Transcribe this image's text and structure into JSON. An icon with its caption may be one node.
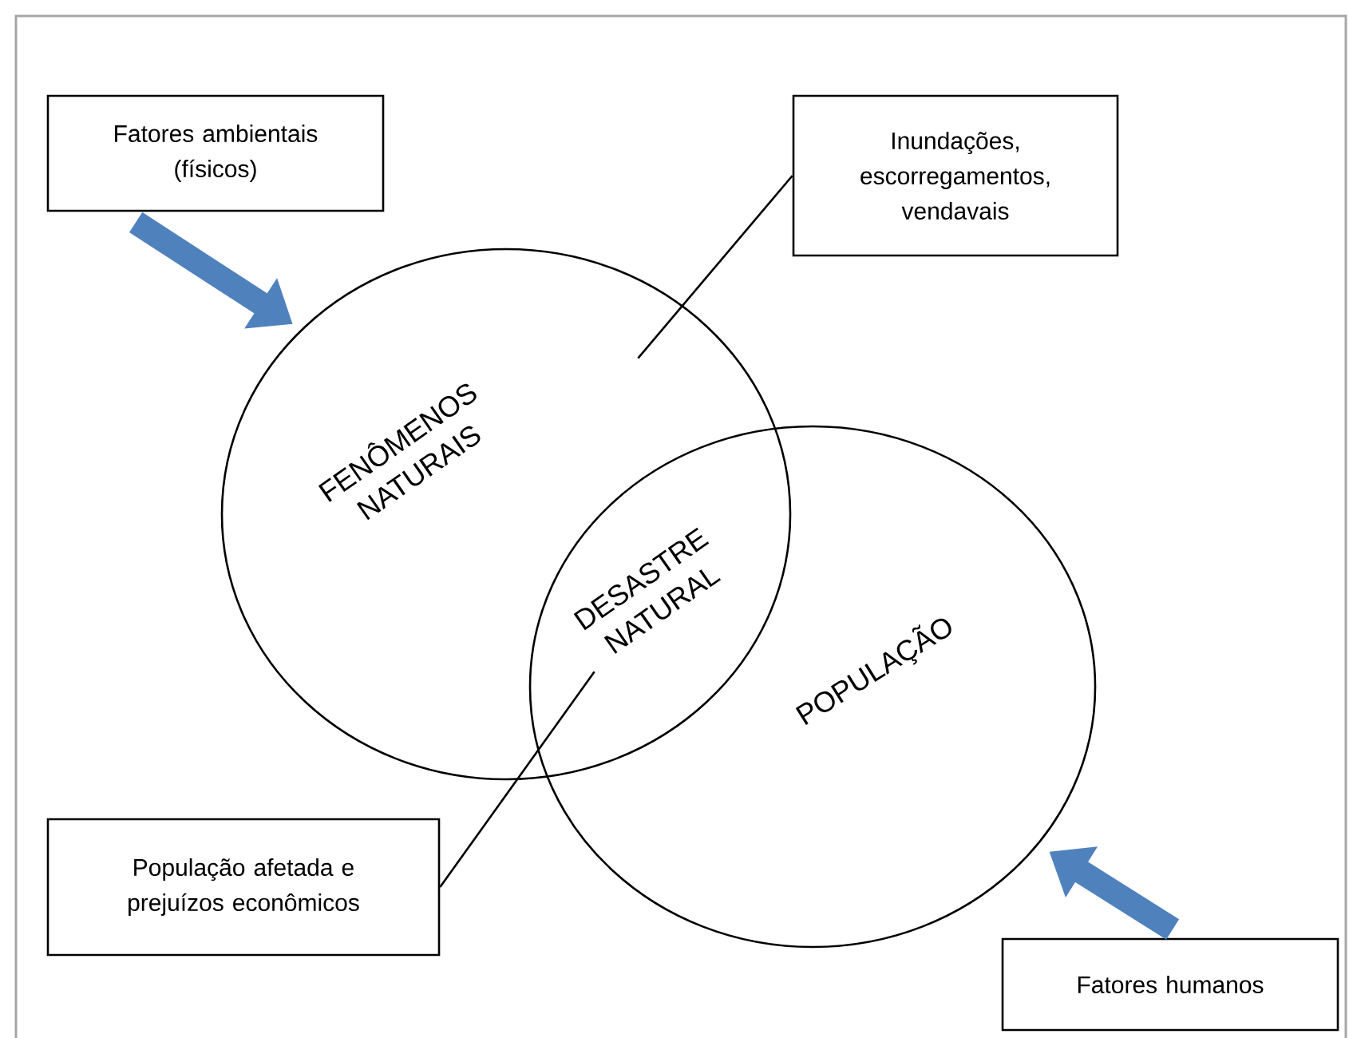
{
  "diagram": {
    "nodes": [
      {
        "text": [
          "Fatores ambientais (físicos)"
        ]
      },
      {
        "text": [
          "Inundações, escorregamentos, vendavais"
        ]
      },
      {
        "text": [
          "FENÔMENOS NATURAIS"
        ]
      },
      {
        "text": [
          "POPULAÇÃO"
        ]
      },
      {
        "text": [
          "DESASTRE NATURAL"
        ]
      },
      {
        "text": [
          "População afetada e prejuízos econômicos"
        ]
      },
      {
        "text": [
          "Fatores humanos"
        ]
      }
    ],
    "edges": [
      {
        "from": 0,
        "to": 2,
        "arrow": "to",
        "style": "thick",
        "color": "#4f81bd"
      },
      {
        "from": 1,
        "to": 2,
        "arrow": "none",
        "color": "#000000"
      },
      {
        "from": 5,
        "to": 4,
        "arrow": "none",
        "color": "#000000"
      },
      {
        "from": 6,
        "to": 3,
        "arrow": "to",
        "style": "thick",
        "color": "#4f81bd"
      }
    ]
  }
}
